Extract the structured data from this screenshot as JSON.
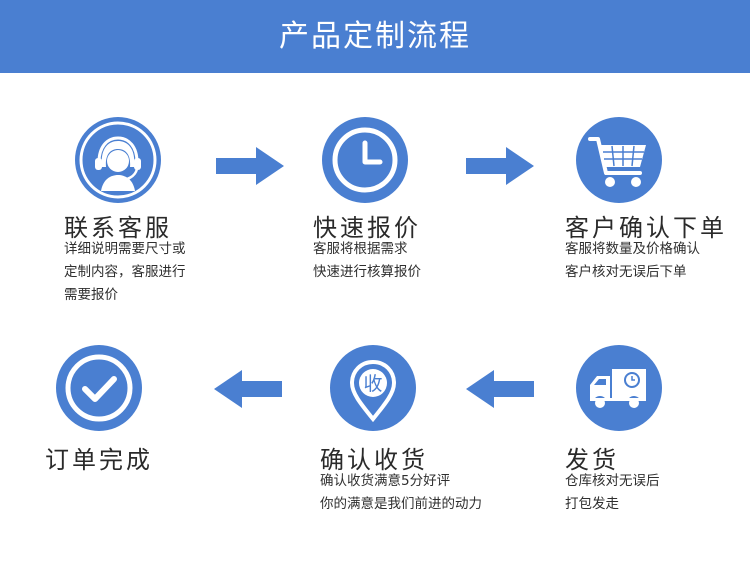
{
  "header": {
    "title": "产品定制流程"
  },
  "steps": [
    {
      "title": "联系客服",
      "desc": [
        "详细说明需要尺寸或",
        "定制内容，客服进行",
        "需要报价"
      ],
      "icon": "customer-service-headset-icon"
    },
    {
      "title": "快速报价",
      "desc": [
        "客服将根据需求",
        "快速进行核算报价"
      ],
      "icon": "clock-icon"
    },
    {
      "title": "客户确认下单",
      "desc": [
        "客服将数量及价格确认",
        "客户核对无误后下单"
      ],
      "icon": "shopping-cart-icon"
    },
    {
      "title": "发货",
      "desc": [
        "仓库核对无误后",
        "打包发走"
      ],
      "icon": "delivery-truck-icon"
    },
    {
      "title": "确认收货",
      "desc": [
        "确认收货满意5分好评",
        "你的满意是我们前进的动力"
      ],
      "icon": "receive-pin-icon",
      "icon_text": "收"
    },
    {
      "title": "订单完成",
      "desc": [],
      "icon": "checkmark-icon"
    }
  ],
  "colors": {
    "accent": "#4a7fd1",
    "text": "#2a2a2a",
    "background": "#ffffff"
  }
}
